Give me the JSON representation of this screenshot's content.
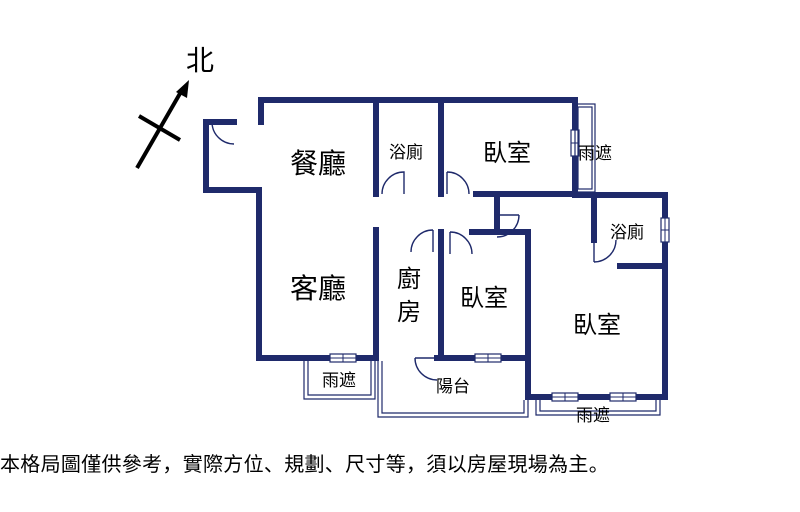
{
  "compass": {
    "north_label": "北"
  },
  "rooms": {
    "dining": "餐廳",
    "bath_1": "浴廁",
    "bedroom_1": "臥室",
    "awning_1": "雨遮",
    "living": "客廳",
    "kitchen_line1": "廚",
    "kitchen_line2": "房",
    "bedroom_2": "臥室",
    "bath_2": "浴廁",
    "bedroom_3": "臥室",
    "awning_2": "雨遮",
    "balcony": "陽台",
    "awning_3": "雨遮"
  },
  "disclaimer": "本格局圖僅供參考，實際方位、規劃、尺寸等，須以房屋現場為主。",
  "colors": {
    "wall": "#1f2a6b"
  }
}
